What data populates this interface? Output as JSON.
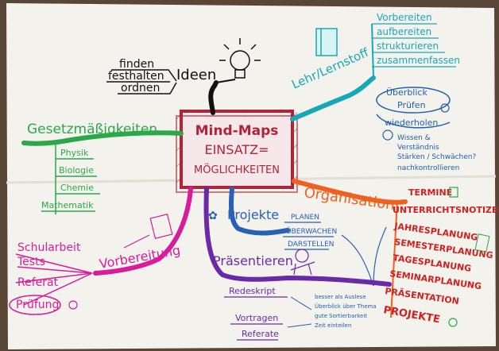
{
  "center": {
    "line1": "Mind-Maps",
    "line2": "EINSATZ=",
    "line3": "MÖGLICHKEITEN"
  },
  "branches": {
    "ideen": {
      "label": "Ideen",
      "items": [
        "finden",
        "festhalten",
        "ordnen"
      ],
      "color": "#111111"
    },
    "lehr": {
      "label": "Lehr/Lernstoff",
      "items": [
        "Vorbereiten",
        "aufbereiten",
        "strukturieren",
        "zusammenfassen",
        "Überblick",
        "Prüfen",
        "wiederholen",
        "Wissen &",
        "Verständnis",
        "Stärken / Schwächen?",
        "nachkontrollieren"
      ],
      "color": "#17a8b8"
    },
    "gesetz": {
      "label": "Gesetzmäßigkeiten",
      "items": [
        "Physik",
        "Biologie",
        "Chemie",
        "Mathematik"
      ],
      "color": "#2aa84a"
    },
    "organisation": {
      "label": "Organisation",
      "items": [
        "TERMINE",
        "UNTERRICHTSNOTIZEN",
        "JAHRESPLANUNG",
        "SEMESTERPLANUNG",
        "TAGESPLANUNG",
        "SEMINARPLANUNG",
        "PRÄSENTATION",
        "PROJEKTE"
      ],
      "color": "#f0601e"
    },
    "projekte": {
      "label": "Projekte",
      "items": [
        "PLANEN",
        "ÜBERWACHEN",
        "DARSTELLEN"
      ],
      "color": "#2860b8"
    },
    "vorbereitung": {
      "label": "Vorbereitung",
      "items": [
        "Schularbeit",
        "Tests",
        "Referat",
        "Prüfung"
      ],
      "color": "#d81c9a"
    },
    "praesentieren": {
      "label": "Präsentieren",
      "items": [
        "Redeskript",
        "Vortragen",
        "Referate"
      ],
      "color": "#6a2aa8",
      "notes": [
        "besser als Auslese",
        "Überblick über Thema",
        "gute Sortierbarkeit",
        "Zeit einteilen"
      ]
    }
  },
  "colors": {
    "paper": "#f4f2ec",
    "center_frame": "#b0243a",
    "center_text": "#b0243a",
    "background": "#5a4636"
  }
}
